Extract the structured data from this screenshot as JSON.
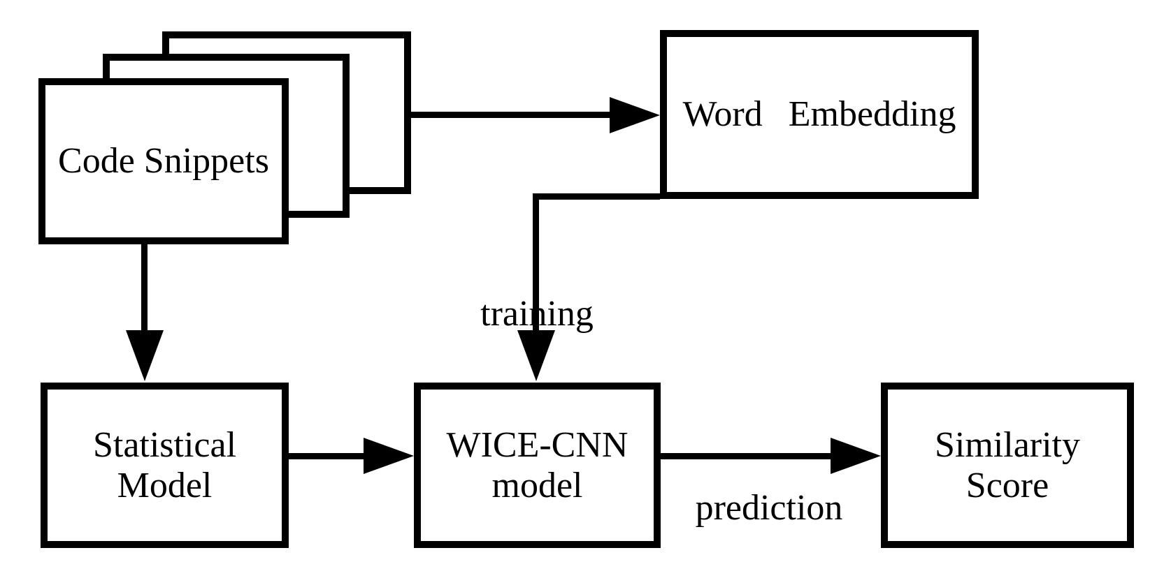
{
  "diagram": {
    "type": "flowchart",
    "colors": {
      "stroke": "#000000",
      "background": "#ffffff",
      "node_fill": "#ffffff",
      "text": "#000000"
    },
    "nodes": {
      "code_snippets": {
        "label": "Code Snippets",
        "shape": "stacked-rectangles",
        "stack_count": 3
      },
      "word_embedding": {
        "label": "Word Embedding",
        "shape": "rectangle"
      },
      "statistical_model": {
        "lines": [
          "Statistical",
          "Model"
        ],
        "shape": "rectangle"
      },
      "wice_cnn_model": {
        "lines": [
          "WICE-CNN",
          "model"
        ],
        "shape": "rectangle"
      },
      "similarity_score": {
        "lines": [
          "Similarity",
          "Score"
        ],
        "shape": "rectangle"
      }
    },
    "edges": [
      {
        "from": "code_snippets",
        "to": "word_embedding",
        "label": ""
      },
      {
        "from": "code_snippets",
        "to": "statistical_model",
        "label": ""
      },
      {
        "from": "statistical_model",
        "to": "wice_cnn_model",
        "label": ""
      },
      {
        "from": "word_embedding",
        "to": "wice_cnn_model",
        "label": "training"
      },
      {
        "from": "wice_cnn_model",
        "to": "similarity_score",
        "label": "prediction"
      }
    ]
  }
}
